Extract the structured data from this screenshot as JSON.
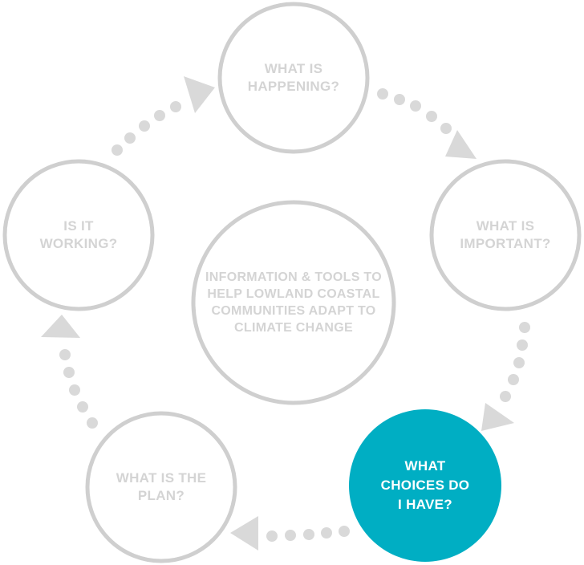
{
  "center": {
    "lines": [
      "INFORMATION & TOOLS TO",
      "HELP LOWLAND COASTAL",
      "COMMUNITIES ADAPT TO",
      "CLIMATE CHANGE"
    ]
  },
  "steps": [
    {
      "id": "happening",
      "lines": [
        "WHAT IS",
        "HAPPENING?"
      ],
      "active": false
    },
    {
      "id": "important",
      "lines": [
        "WHAT IS",
        "IMPORTANT?"
      ],
      "active": false
    },
    {
      "id": "choices",
      "lines": [
        "WHAT",
        "CHOICES DO",
        "I HAVE?"
      ],
      "active": true
    },
    {
      "id": "plan",
      "lines": [
        "WHAT IS THE",
        "PLAN?"
      ],
      "active": false
    },
    {
      "id": "working",
      "lines": [
        "IS IT",
        "WORKING?"
      ],
      "active": false
    }
  ],
  "colors": {
    "ring": "#cfcfcf",
    "dots": "#d9d9d9",
    "text": "#d4d4d4",
    "active_fill": "#00aec3",
    "active_text": "#ffffff"
  }
}
